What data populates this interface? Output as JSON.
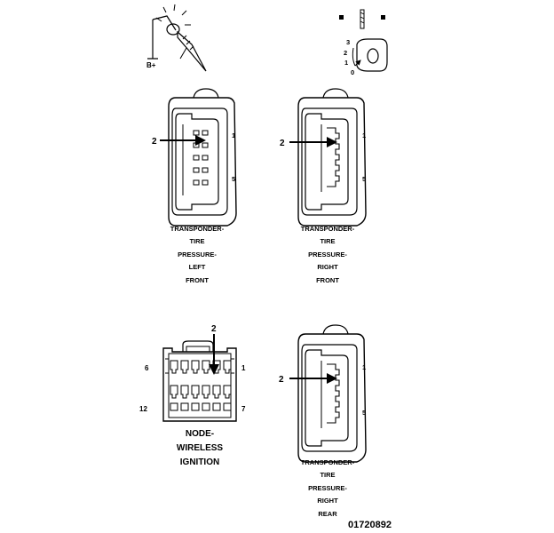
{
  "tester": {
    "label": "B+"
  },
  "key": {
    "positions": [
      "3",
      "2",
      "1",
      "0"
    ]
  },
  "connectors": [
    {
      "id": "lf",
      "pointer": "2",
      "pin_top": "1",
      "pin_bottom": "5",
      "caption": [
        "TRANSPONDER-",
        "TIRE",
        "PRESSURE-",
        "LEFT",
        "FRONT"
      ]
    },
    {
      "id": "rf",
      "pointer": "2",
      "pin_top": "1",
      "pin_bottom": "5",
      "caption": [
        "TRANSPONDER-",
        "TIRE",
        "PRESSURE-",
        "RIGHT",
        "FRONT"
      ]
    },
    {
      "id": "rr",
      "pointer": "2",
      "pin_top": "1",
      "pin_bottom": "5",
      "caption": [
        "TRANSPONDER-",
        "TIRE",
        "PRESSURE-",
        "RIGHT",
        "REAR"
      ]
    }
  ],
  "node": {
    "pointer": "2",
    "pin_top_left": "6",
    "pin_top_right": "1",
    "pin_bottom_left": "12",
    "pin_bottom_right": "7",
    "caption": [
      "NODE-",
      "WIRELESS",
      "IGNITION"
    ]
  },
  "figure_id": "01720892"
}
